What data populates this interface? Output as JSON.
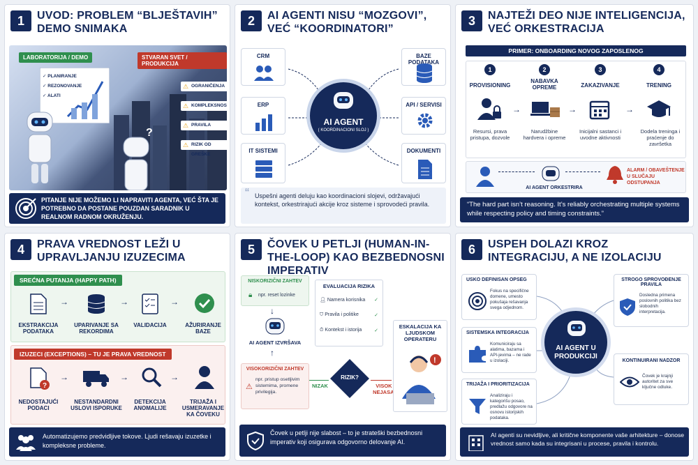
{
  "p1": {
    "num": "1",
    "title": "Uvod: Problem “bljeŠtavih” demo snimaka",
    "lab_tag": "LABORATORIJA / DEMO",
    "real_tag": "STVARAN SVET / PRODUKCIJA",
    "lab_items": [
      "PLANIRANJE",
      "REZONOVANJE",
      "ALATI"
    ],
    "real_items": [
      "OGRANIČENJA",
      "KOMPLEKSNOST",
      "PRAVILA",
      "RIZIK OD GREŠKE"
    ],
    "bottom": "PITANJE NIJE MOŽEMO LI NAPRAVITI AGENTA, VEĆ ŠTA JE POTREBNO DA POSTANE POUZDAN SARADNIK U REALNOM RADNOM OKRUŽENJU."
  },
  "p2": {
    "num": "2",
    "title": "AI agenti nisu “mozgovi”, već “koordinatori”",
    "left": [
      "CRM",
      "ERP",
      "IT SISTEMI"
    ],
    "right": [
      "BAZE PODATAKA",
      "API / SERVISI",
      "DOKUMENTI"
    ],
    "center_title": "AI AGENT",
    "center_sub": "( KOORDINACIONI SLOJ )",
    "quote": "Uspešni agenti deluju kao koordinacioni slojevi, održavajući kontekst, orkestrirajući akcije kroz sisteme i sprovodeći pravila."
  },
  "p3": {
    "num": "3",
    "title": "Najteži deo nije inteligencija, već orkestracija",
    "banner": "PRIMER: ONBOARDING NOVOG ZAPOSLENOG",
    "steps": [
      {
        "n": "1",
        "label": "PROVISIONING",
        "desc": "Resursi, prava pristupa, dozvole"
      },
      {
        "n": "2",
        "label": "NABAVKA OPREME",
        "desc": "Narudžbine hardvera i opreme"
      },
      {
        "n": "3",
        "label": "ZAKAZIVANJE",
        "desc": "Inicijalni sastanci i uvodne aktivnosti"
      },
      {
        "n": "4",
        "label": "TRENING",
        "desc": "Dodela treninga i praćenje do završetka"
      }
    ],
    "orchestra": "AI AGENT ORKESTRIRA",
    "alarm": "ALARM / OBAVEŠTENJE U SLUČAJU ODSTUPANJA",
    "bottom": "“The hard part isn’t reasoning. It’s reliably orchestrating multiple systems while respecting policy and timing constraints.”"
  },
  "p4": {
    "num": "4",
    "title": "Prava vrednost leži u upravljanju izuzecima",
    "happy_head": "SREĆNA PUTANJA (HAPPY PATH)",
    "happy": [
      "EKSTRAKCIJA PODATAKA",
      "UPARIVANJE SA REKORDIMA",
      "VALIDACIJA",
      "AŽURIRANJE BAZE"
    ],
    "exc_head": "IZUZECI (EXCEPTIONS) – TU JE PRAVA VREDNOST",
    "exc": [
      "NEDOSTAJUĆI PODACI",
      "NESTANDARDNI USLOVI ISPORUKE",
      "DETEKCIJA ANOMALIJE",
      "TRIJAŽA I USMERAVANJE KA ČOVEKU"
    ],
    "bottom": "Automatizujemo predvidljive tokove. Ljudi rešavaju izuzetke i kompleksne probleme."
  },
  "p5": {
    "num": "5",
    "title": "Čovek u petlji (Human-in-the-loop) kao bezbednosni imperativ",
    "low_head": "NISKORIZIČNI ZAHTEV",
    "low_ex": "npr. reset lozinke",
    "agent": "AI AGENT IZVRŠAVA",
    "eval_head": "EVALUACIJA RIZIKA",
    "eval_items": [
      "Namera korisnika",
      "Pravila i politike",
      "Kontekst i istorija"
    ],
    "high_head": "VISOKORIZIČNI ZAHTEV",
    "high_ex": "npr. pristup osetljivim sistemima, promene privilegija.",
    "risk": "RIZIK?",
    "low_lbl": "NIZAK",
    "high_lbl": "VISOK / NEJASAN",
    "escal": "ESKALACIJA KA LJUDSKOM OPERATERU",
    "bottom": "Čovek u petlji nije slabost – to je strateški bezbednosni imperativ koji osigurava odgovorno delovanje AI."
  },
  "p6": {
    "num": "6",
    "title": "Uspeh dolazi kroz integraciju, a ne izolaciju",
    "center": "AI AGENT U PRODUKCIJI",
    "items": [
      {
        "head": "USKO DEFINISAN OPSEG",
        "desc": "Fokus na specifične domene, umesto pokušaja rešavanja svega odjednom."
      },
      {
        "head": "SISTEMSKA INTEGRACIJA",
        "desc": "Komuniciraju sa alatima, bazama i API-jevima – ne rade u izolaciji."
      },
      {
        "head": "TRIJAŽA I PRIORITIZACIJA",
        "desc": "Analiziraju i kategorišu posao, predlažu odgovore na osnovu istorijskih podataka."
      },
      {
        "head": "STROGO SPROVOĐENJE PRAVILA",
        "desc": "Dosledna primena poslovnih politika bez slobodnih interpretacija."
      },
      {
        "head": "KONTINUIRANI NADZOR",
        "desc": "Čovek je krajnji autoritet za sve ključne odluke."
      }
    ],
    "bottom": "AI agenti su nevidljive, ali kritične komponente vaše arhitekture – donose vrednost samo kada su integrisani u procese, pravila i kontrolu."
  }
}
